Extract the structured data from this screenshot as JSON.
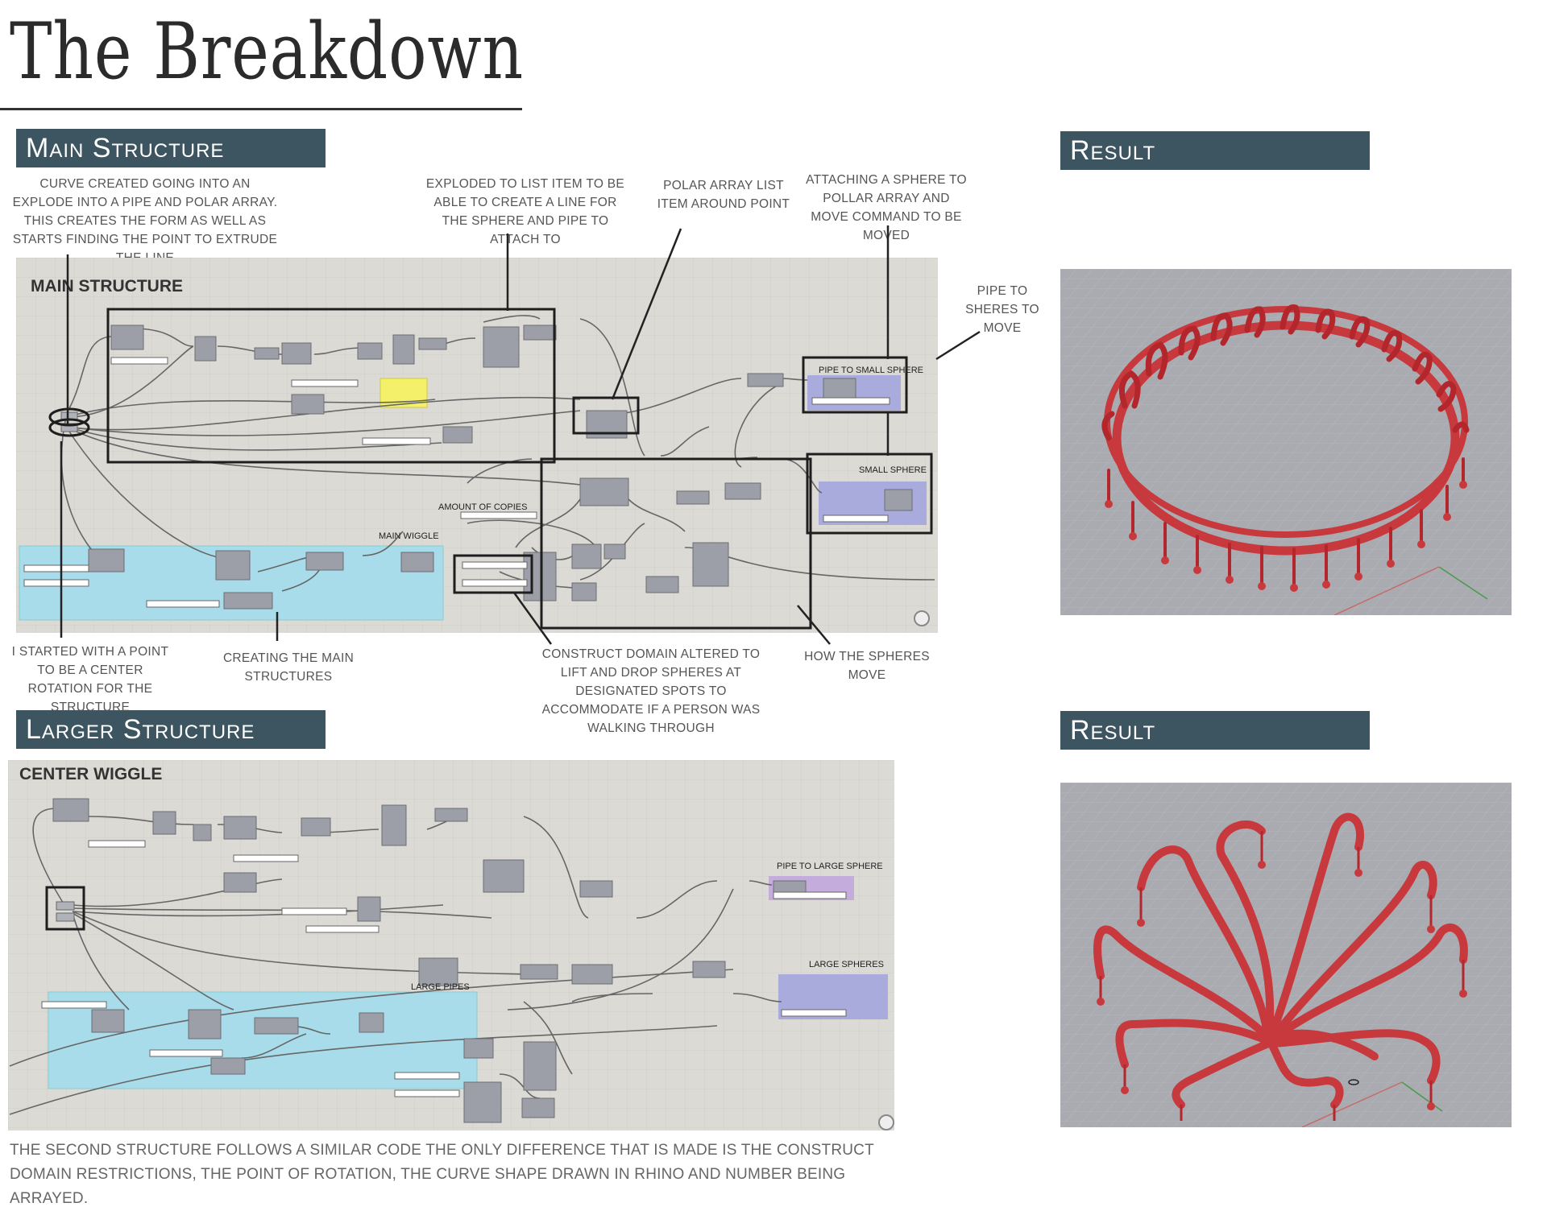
{
  "page": {
    "title": "The Breakdown",
    "bottom_note": "The second structure follows a similar code the only difference that is made is the construct domain restrictions, the point of rotation, the curve shape drawn in rhino and number being arrayed."
  },
  "sections": {
    "main_structure": "Main Structure",
    "larger_structure": "Larger Structure",
    "result_top": "Result",
    "result_bottom": "Result"
  },
  "annotations": {
    "curve_created": "Curve created going into an explode into a pipe and polar array. This creates the form as well as starts finding the point to extrude the line",
    "exploded": "Exploded to list item to be able to create a line for the sphere and pipe to attach to",
    "polar_array": "Polar array list item around point",
    "attaching_sphere": "Attaching a sphere to pollar array and move command to be moved",
    "pipe_to_spheres": "Pipe to sheres to move",
    "started_point": "I started with a point to be a center rotation for the structure",
    "creating_main": "Creating the main structures",
    "construct_domain": "Construct domain altered to lift and drop spheres at designated spots to accommodate if a person was walking through",
    "how_spheres": "How the spheres move"
  },
  "graph_top": {
    "title": "MAIN STRUCTURE",
    "labels": {
      "pipe_small": "PIPE TO SMALL SPHERE",
      "small_sphere": "SMALL SPHERE",
      "amount": "AMOUNT OF COPIES",
      "main_wiggle": "MAIN WIGGLE"
    }
  },
  "graph_bottom": {
    "title": "CENTER WIGGLE",
    "labels": {
      "pipe_large": "PIPE TO LARGE SPHERE",
      "large_spheres": "LARGE SPHERES",
      "large_pipes": "LARGE PIPES"
    }
  },
  "colors": {
    "header_bar": "#3c5560",
    "canvas_bg": "#dcdad5",
    "blue_group": "#a9dcea",
    "purple_group": "#a9abdc",
    "yellow_panel": "#f4f06a",
    "pipe_red": "#c8393e",
    "render_bg": "#a9abb0"
  }
}
